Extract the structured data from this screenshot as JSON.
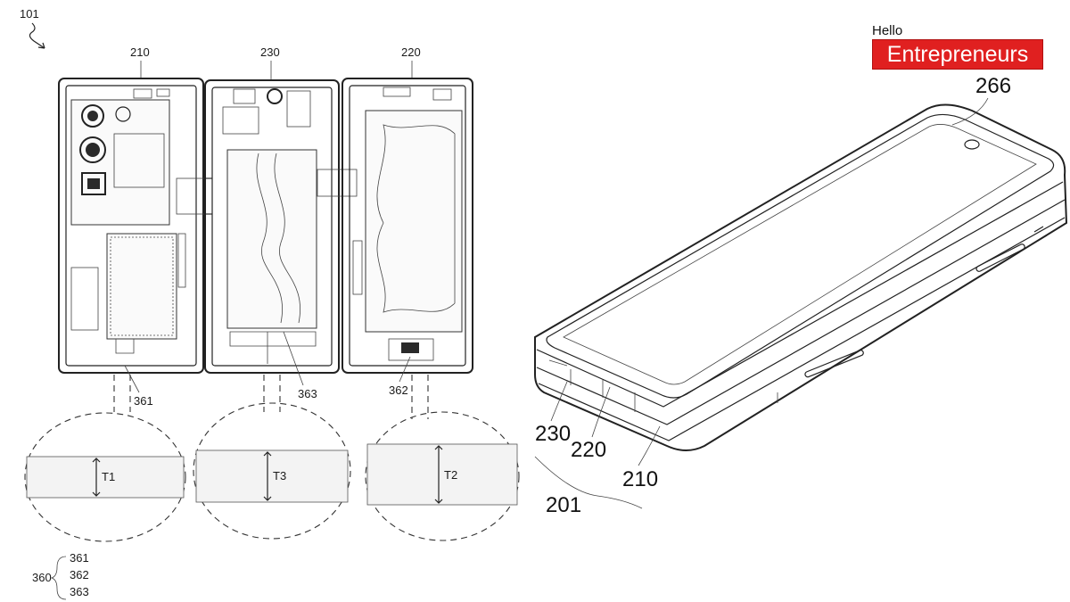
{
  "logo": {
    "line1": "Hello",
    "line2": "Entrepreneurs",
    "accent": "#e02020"
  },
  "left_figure": {
    "fig_ref": "101",
    "panels": [
      "210",
      "230",
      "220"
    ],
    "cut_labels": [
      "361",
      "363",
      "362"
    ],
    "thickness": [
      "T1",
      "T3",
      "T2"
    ],
    "legend": {
      "group": "360",
      "items": [
        "361",
        "362",
        "363"
      ]
    }
  },
  "right_figure": {
    "labels": {
      "display": "266",
      "housing_a": "230",
      "housing_b": "220",
      "housing_c": "210",
      "device": "201"
    }
  }
}
